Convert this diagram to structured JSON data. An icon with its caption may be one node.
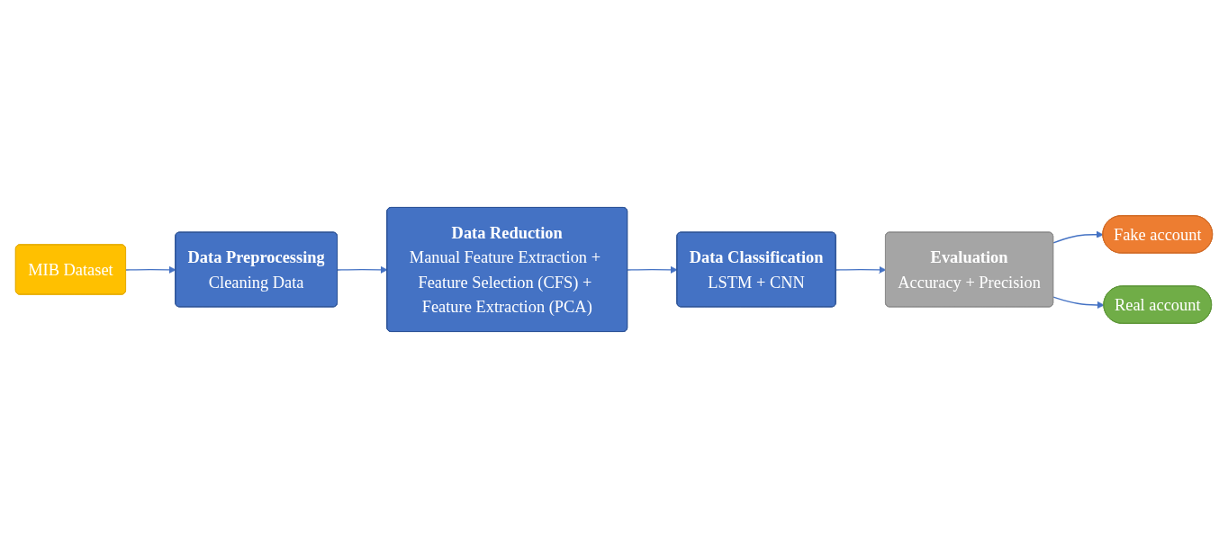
{
  "diagram": {
    "nodes": [
      {
        "text": [
          "Data Preprocessing",
          "Cleaning Data"
        ]
      },
      {
        "text": [
          "Data Reduction",
          "Manual Feature Extraction + Feature Selection (CFS) + Feature Extraction (PCA)"
        ]
      },
      {
        "text": [
          "Data Classification",
          "LSTM + CNN"
        ]
      },
      {
        "text": [
          "MIB Dataset"
        ]
      },
      {
        "text": [
          "Evaluation",
          "Accuracy + Precision"
        ]
      },
      {
        "text": [
          "Fake account"
        ]
      },
      {
        "text": [
          "Real account"
        ]
      }
    ],
    "edges": [
      {
        "from": 3,
        "to": 0,
        "arrow": "to"
      },
      {
        "from": 0,
        "to": 1,
        "arrow": "to"
      },
      {
        "from": 1,
        "to": 2,
        "arrow": "to"
      },
      {
        "from": 2,
        "to": 4,
        "arrow": "to"
      },
      {
        "from": 4,
        "to": 5,
        "arrow": "to"
      },
      {
        "from": 4,
        "to": 6,
        "arrow": "to"
      }
    ]
  }
}
